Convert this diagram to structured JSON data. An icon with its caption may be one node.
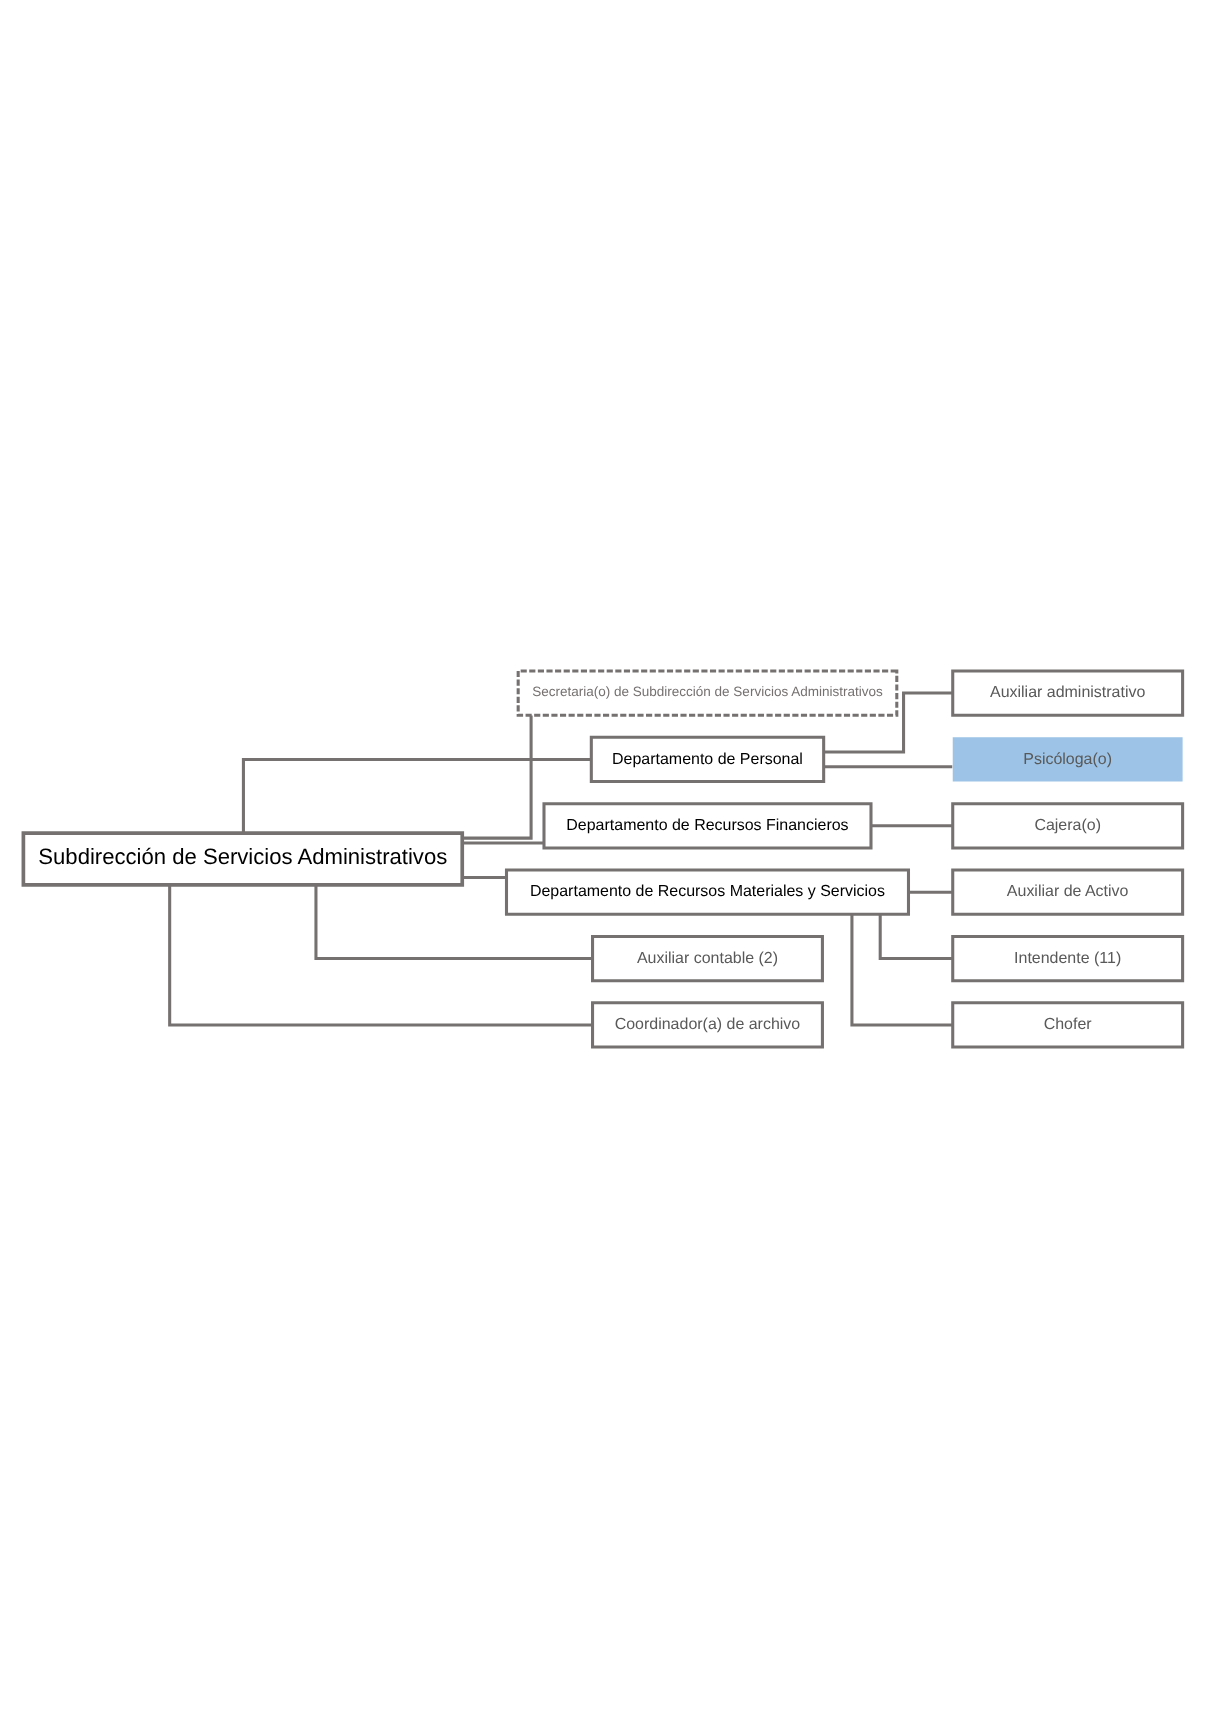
{
  "diagram": {
    "nodes": [
      {
        "text": [
          "Subdirección de Servicios Administrativos"
        ]
      },
      {
        "text": [
          "Secretaria(o) de Subdirección de Servicios Administrativos"
        ]
      },
      {
        "text": [
          "Departamento de Personal"
        ]
      },
      {
        "text": [
          "Auxiliar administrativo"
        ]
      },
      {
        "text": [
          "Psicóloga(o)"
        ]
      },
      {
        "text": [
          "Departamento de Recursos Financieros"
        ]
      },
      {
        "text": [
          "Cajera(o)"
        ]
      },
      {
        "text": [
          "Departamento de Recursos Materiales y Servicios"
        ]
      },
      {
        "text": [
          "Auxiliar de Activo"
        ]
      },
      {
        "text": [
          "Intendente (11)"
        ]
      },
      {
        "text": [
          "Chofer"
        ]
      },
      {
        "text": [
          "Auxiliar contable (2)"
        ]
      },
      {
        "text": [
          "Coordinador(a) de archivo"
        ]
      }
    ],
    "edges": [
      {
        "from": 0,
        "to": 1,
        "arrow": "none"
      },
      {
        "from": 0,
        "to": 2,
        "arrow": "none"
      },
      {
        "from": 2,
        "to": 3,
        "arrow": "none"
      },
      {
        "from": 2,
        "to": 4,
        "arrow": "none"
      },
      {
        "from": 0,
        "to": 5,
        "arrow": "none"
      },
      {
        "from": 5,
        "to": 6,
        "arrow": "none"
      },
      {
        "from": 0,
        "to": 7,
        "arrow": "none"
      },
      {
        "from": 7,
        "to": 8,
        "arrow": "none"
      },
      {
        "from": 7,
        "to": 9,
        "arrow": "none"
      },
      {
        "from": 7,
        "to": 10,
        "arrow": "none"
      },
      {
        "from": 0,
        "to": 11,
        "arrow": "none"
      },
      {
        "from": 0,
        "to": 12,
        "arrow": "none"
      }
    ]
  }
}
